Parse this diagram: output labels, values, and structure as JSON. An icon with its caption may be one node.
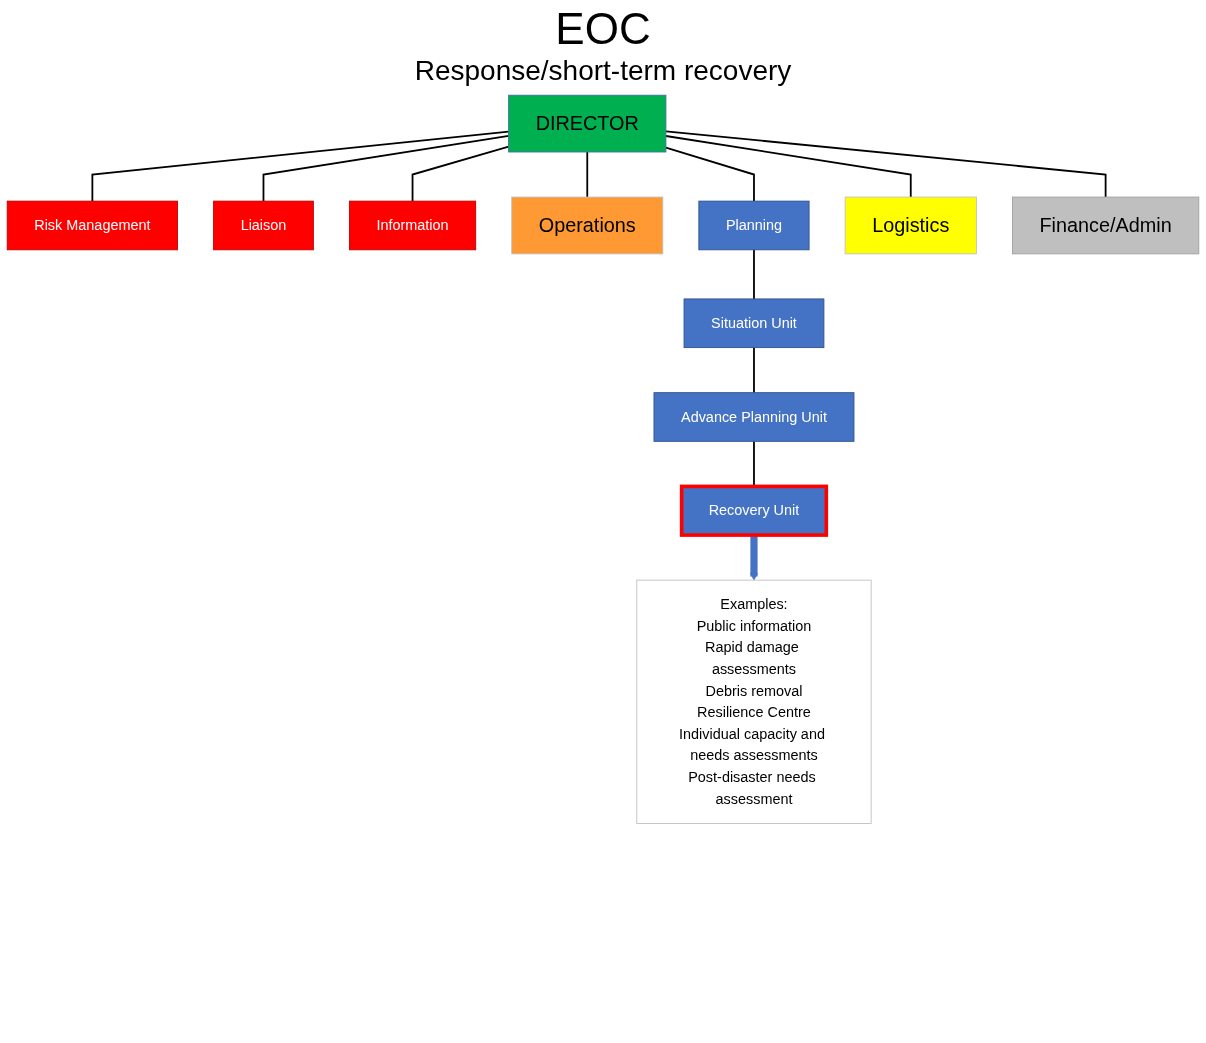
{
  "diagram": {
    "title": "EOC",
    "nodes": [
      {
        "text": [
          "DIRECTOR"
        ]
      },
      {
        "text": [
          "Risk Management"
        ]
      },
      {
        "text": [
          "Liaison"
        ]
      },
      {
        "text": [
          "Information"
        ]
      },
      {
        "text": [
          "Operations"
        ]
      },
      {
        "text": [
          "Planning"
        ]
      },
      {
        "text": [
          "Logistics"
        ]
      },
      {
        "text": [
          "Finance/Admin"
        ]
      },
      {
        "text": [
          "Situation Unit"
        ]
      },
      {
        "text": [
          "Advance Planning Unit"
        ]
      },
      {
        "text": [
          "Recovery Unit"
        ]
      },
      {
        "text": [
          "Examples:",
          "Public information",
          "Rapid damage assessments",
          "Debris removal",
          "Resilience Centre",
          "Individual capacity and needs assessments",
          "Post-disaster needs assessment"
        ]
      }
    ],
    "edges": [
      {
        "from": 0,
        "to": 1,
        "arrow": "none"
      },
      {
        "from": 0,
        "to": 2,
        "arrow": "none"
      },
      {
        "from": 0,
        "to": 3,
        "arrow": "none"
      },
      {
        "from": 0,
        "to": 4,
        "arrow": "none"
      },
      {
        "from": 0,
        "to": 5,
        "arrow": "none"
      },
      {
        "from": 0,
        "to": 6,
        "arrow": "none"
      },
      {
        "from": 0,
        "to": 7,
        "arrow": "none"
      },
      {
        "from": 5,
        "to": 8,
        "arrow": "none"
      },
      {
        "from": 8,
        "to": 9,
        "arrow": "none"
      },
      {
        "from": 9,
        "to": 10,
        "arrow": "none"
      },
      {
        "from": 10,
        "to": 11,
        "arrow": "to",
        "style": "thick",
        "color": "#4472c4"
      }
    ],
    "labels": [
      "Response/short-term recovery"
    ]
  }
}
